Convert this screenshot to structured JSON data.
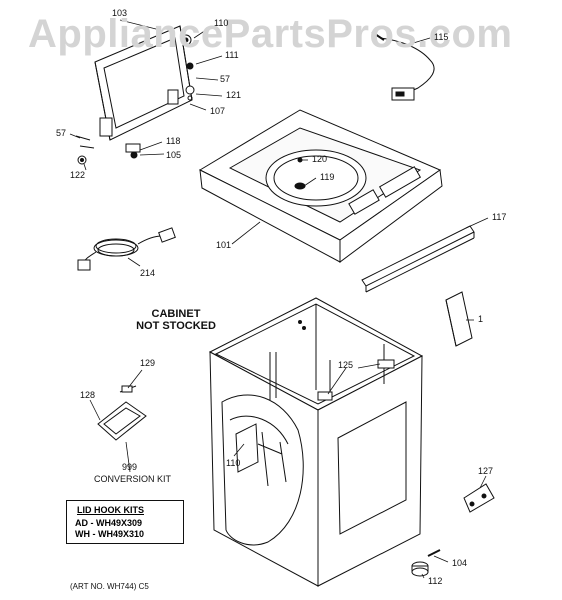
{
  "watermark": "AppliancePartsPros.com",
  "part_numbers": {
    "p103": "103",
    "p110a": "110",
    "p111": "111",
    "p57a": "57",
    "p121": "121",
    "p107": "107",
    "p57b": "57",
    "p118": "118",
    "p105": "105",
    "p122": "122",
    "p115": "115",
    "p120": "120",
    "p119": "119",
    "p117": "117",
    "p101": "101",
    "p214": "214",
    "p1": "1",
    "p129": "129",
    "p125": "125",
    "p128": "128",
    "p110b": "110",
    "p999": "999",
    "p127": "127",
    "p104": "104",
    "p112": "112"
  },
  "cabinet_note": {
    "line1": "CABINET",
    "line2": "NOT STOCKED"
  },
  "conversion_kit": "CONVERSION KIT",
  "lid_hook_kits": {
    "title": "LID HOOK KITS",
    "rows": [
      "AD - WH49X309",
      "WH - WH49X310"
    ]
  },
  "art_note": "(ART NO. WH744) C5"
}
